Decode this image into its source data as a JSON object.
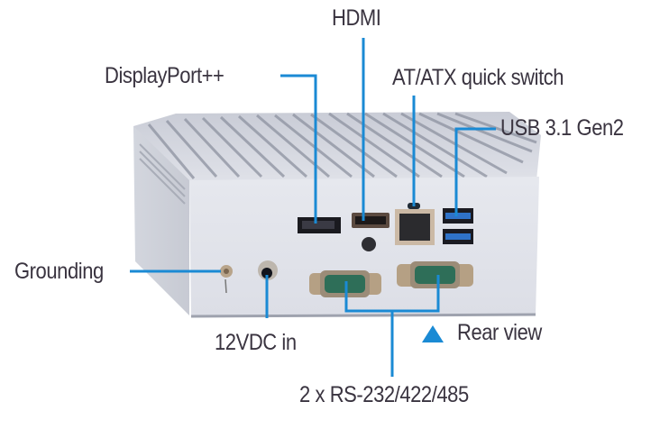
{
  "diagram": {
    "subject": "fanless embedded box PC",
    "view_label": "Rear view",
    "view_marker_icon": "triangle-up-icon",
    "accent_color": "#1a8ad4",
    "text_color": "#3a3440",
    "callouts": [
      {
        "id": "hdmi",
        "label": "HDMI"
      },
      {
        "id": "displayport",
        "label": "DisplayPort++"
      },
      {
        "id": "at-atx",
        "label": "AT/ATX quick switch"
      },
      {
        "id": "usb",
        "label": "USB 3.1 Gen2"
      },
      {
        "id": "grounding",
        "label": "Grounding"
      },
      {
        "id": "dc-in",
        "label": "12VDC in"
      },
      {
        "id": "serial",
        "label": "2 x RS-232/422/485"
      }
    ]
  }
}
